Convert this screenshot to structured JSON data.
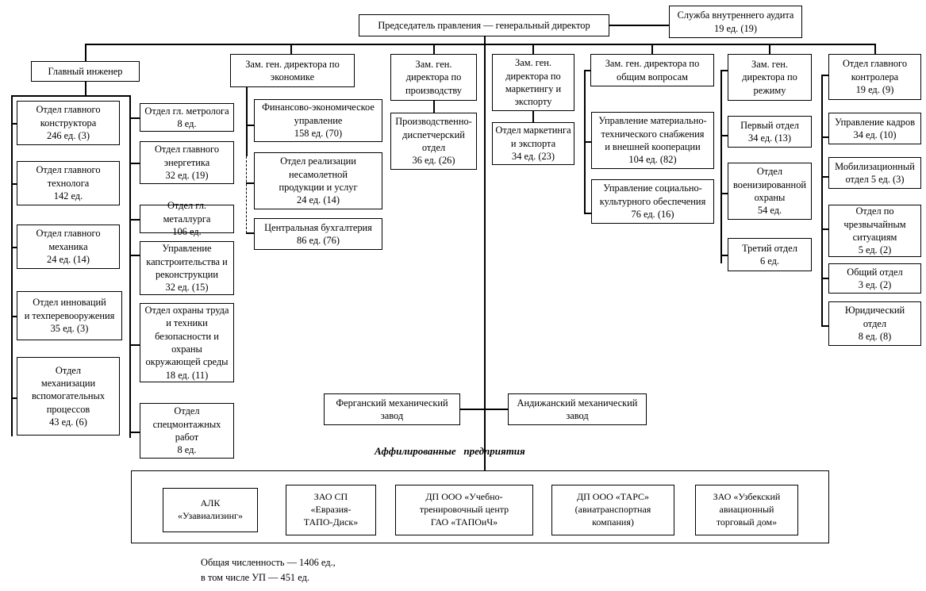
{
  "diagram": {
    "title_box": {
      "label": "Председатель правления — генеральный директор"
    },
    "audit_box": {
      "label": "Служба внутреннего аудита\n19 ед.  (19)"
    },
    "branches": [
      {
        "head": "Главный инженер",
        "left_children": [
          "Отдел главного\nконструктора\n246 ед. (3)",
          "Отдел главного\nтехнолога\n142 ед.",
          "Отдел главного\nмеханика\n24 ед. (14)",
          "Отдел инноваций\nи техперевооружения\n35 ед.  (3)",
          "Отдел\nмеханизации\nвспомогательных\nпроцессов\n43 ед. (6)"
        ],
        "right_children": [
          "Отдел гл. метролога\n8 ед.",
          "Отдел главного\nэнергетика\n32 ед. (19)",
          "Отдел гл. металлурга\n106 ед.",
          "Управление\nкапстроительства и\nреконструкции\n32 ед. (15)",
          "Отдел охраны труда\nи техники\nбезопасности и\nохраны\nокружающей среды\n18 ед. (11)",
          "Отдел\nспецмонтажных\nработ\n8 ед."
        ]
      },
      {
        "head": "Зам. ген. директора по\nэкономике",
        "children": [
          "Финансово-экономическое\nуправление\n158 ед. (70)",
          "Отдел реализации\nнесамолетной\nпродукции и услуг\n24 ед. (14)",
          "Центральная бухгалтерия\n86 ед. (76)"
        ]
      },
      {
        "head": "Зам. ген.\nдиректора по\nпроизводству",
        "children": [
          "Производственно-\nдиспетчерский\nотдел\n36 ед. (26)"
        ]
      },
      {
        "head": "Зам. ген.\nдиректора по\nмаркетингу и\nэкспорту",
        "children": [
          "Отдел маркетинга\nи экспорта\n34 ед. (23)"
        ]
      },
      {
        "head": "Зам. ген. директора по\nобщим вопросам",
        "children": [
          "Управление материально-\nтехнического снабжения\nи внешней кооперации\n104 ед. (82)",
          "Управление социально-\nкультурного обеспечения\n76 ед. (16)"
        ]
      },
      {
        "head": "Зам. ген.\nдиректора по\nрежиму",
        "children": [
          "Первый отдел\n34 ед. (13)",
          "Отдел\nвоенизированной\nохраны\n54 ед.",
          "Третий отдел\n6 ед."
        ]
      },
      {
        "head": "Отдел главного\nконтролера\n19 ед. (9)",
        "children": [
          "Управление кадров\n34 ед. (10)",
          "Мобилизационный\nотдел 5 ед. (3)",
          "Отдел по\nчрезвычайным\nситуациям\n5 ед. (2)",
          "Общий отдел\n3 ед. (2)",
          "Юридический\nотдел\n8 ед. (8)"
        ]
      }
    ],
    "plants": [
      "Ферганский механический\nзавод",
      "Андижанский механический\nзавод"
    ],
    "affiliated_caption": "Аффилированные   предприятия",
    "affiliated": [
      "АЛК\n«Узавиализинг»",
      "ЗАО СП\n«Евразия-\nТАПО-Диск»",
      "ДП ООО «Учебно-\nтренировочный центр\nГАО «ТАПОиЧ»",
      "ДП ООО «ТАРС»\n(авиатранспортная\nкомпания)",
      "ЗАО «Узбекский\nавиационный\nторговый дом»"
    ],
    "footnote": "Общая численность — 1406 ед.,\nв том числе УП — 451 ед."
  }
}
